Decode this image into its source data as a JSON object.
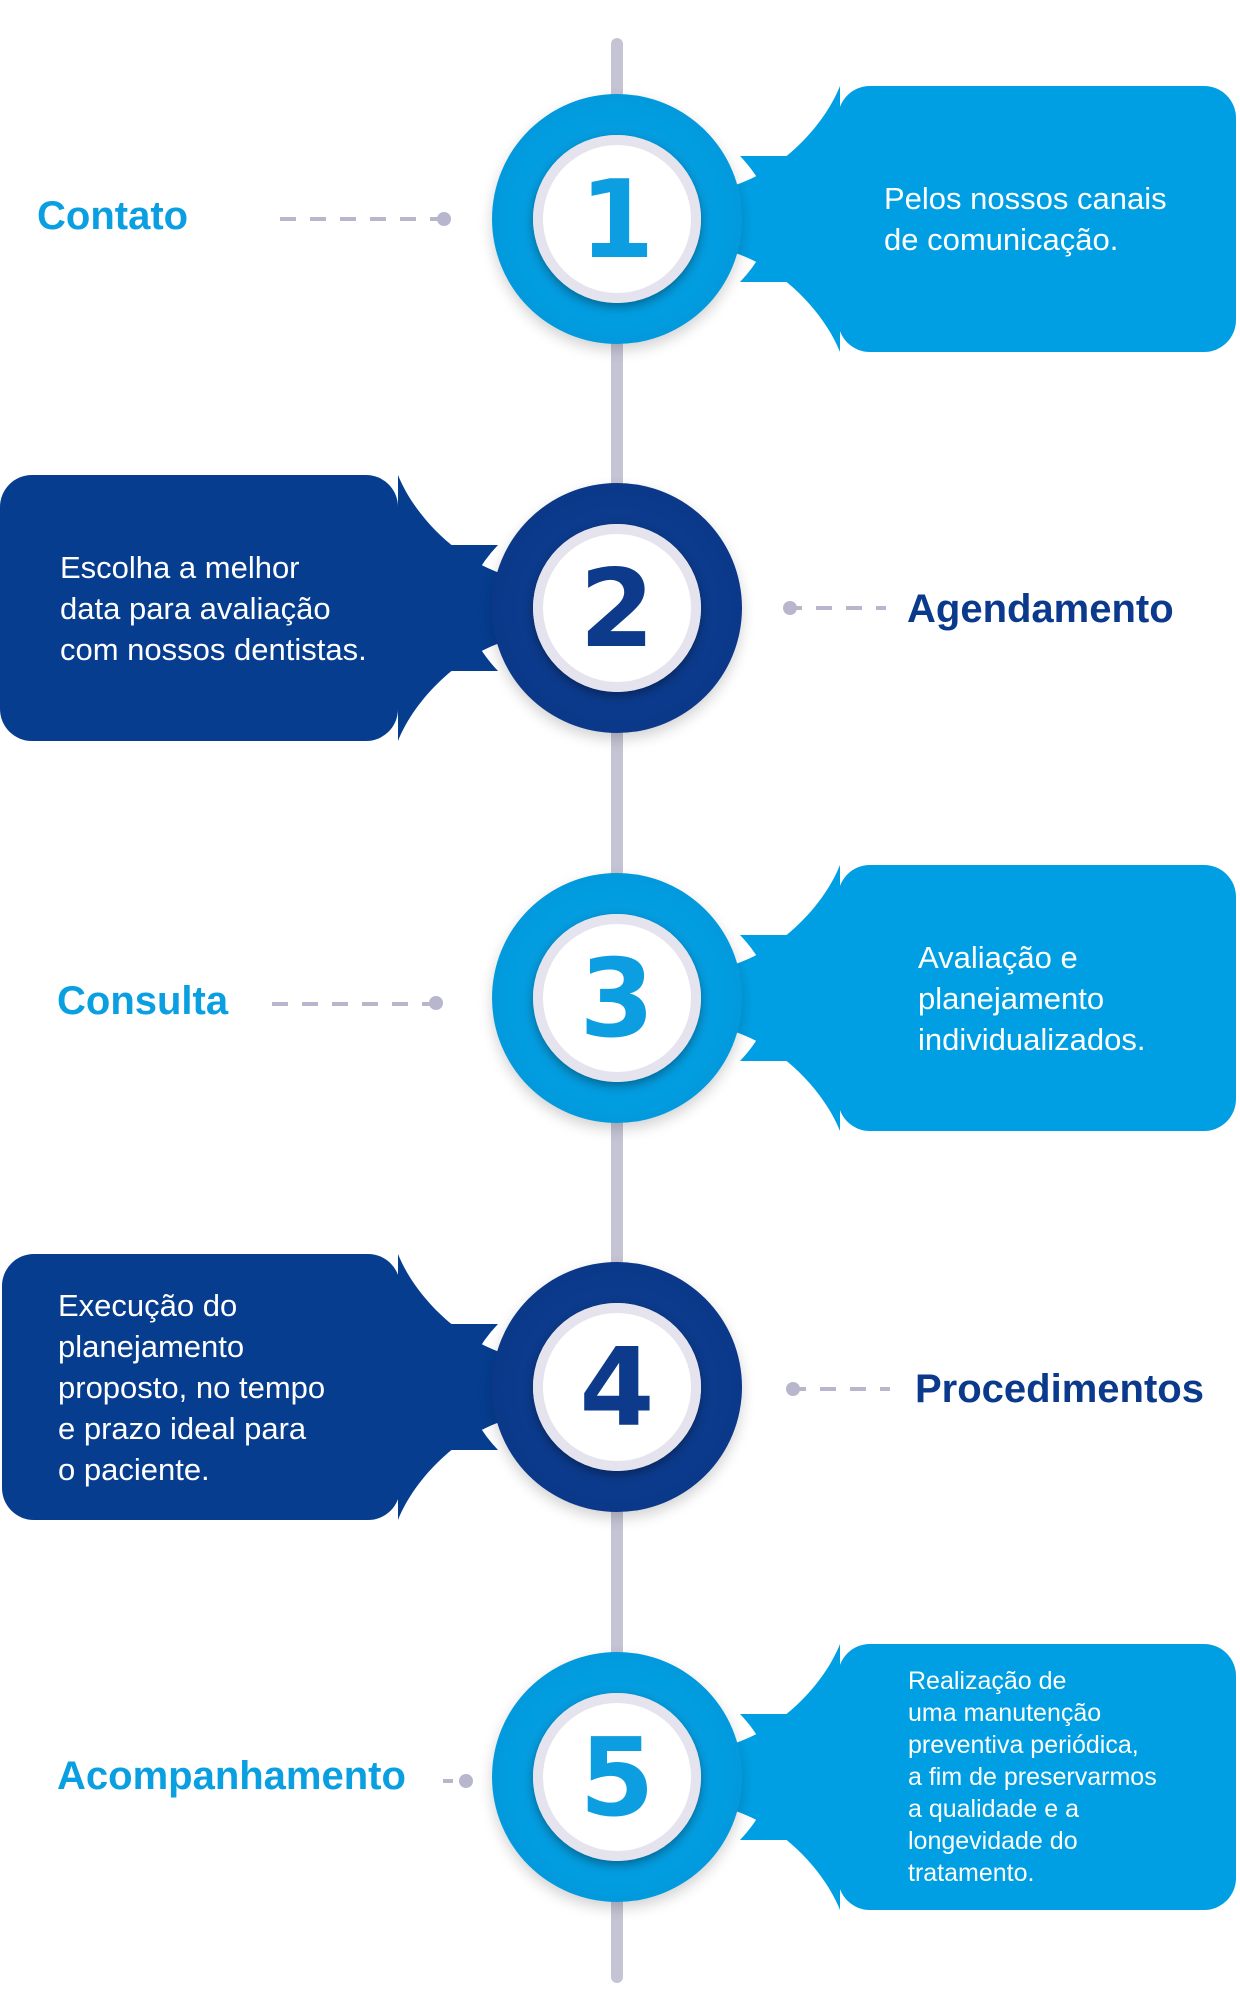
{
  "colors": {
    "light_blue": "#009fe3",
    "dark_blue": "#063d8f",
    "timeline_gray": "#c5c4d4"
  },
  "steps": [
    {
      "number": "1",
      "label": "Contato",
      "text": "Pelos nossos canais\nde comunicação.",
      "theme": "light"
    },
    {
      "number": "2",
      "label": "Agendamento",
      "text": "Escolha a melhor\ndata para avaliação\ncom nossos dentistas.",
      "theme": "dark"
    },
    {
      "number": "3",
      "label": "Consulta",
      "text": "Avaliação e\nplanejamento\nindividualizados.",
      "theme": "light"
    },
    {
      "number": "4",
      "label": "Procedimentos",
      "text": "Execução do\nplanejamento\nproposto, no tempo\ne prazo ideal para\no paciente.",
      "theme": "dark"
    },
    {
      "number": "5",
      "label": "Acompanhamento",
      "text": "Realização de\numa manutenção\npreventiva periódica,\na fim de preservarmos\na qualidade e a\nlongevidade do\ntratamento.",
      "theme": "light"
    }
  ]
}
